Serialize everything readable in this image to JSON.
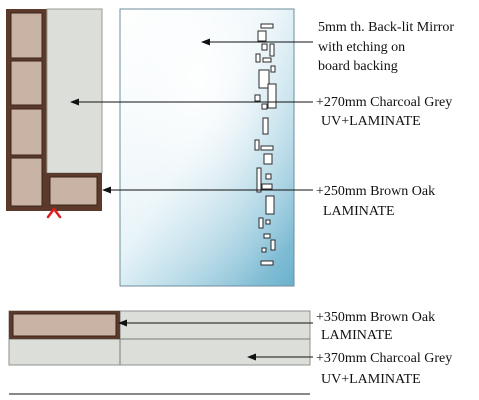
{
  "colors": {
    "background": "#ffffff",
    "cabinet_frame": "#5b3a2b",
    "brown_oak_panel": "#c8b3a4",
    "charcoal_grey_panel": "#dcdfd9",
    "mirror_edge": "#4d94b3",
    "mirror_glow": "#ffffff",
    "etching": "#ffffff",
    "leader_line": "#111111",
    "text": "#111111",
    "marker": "#e21b1b"
  },
  "callouts": {
    "mirror": {
      "line1": "5mm th. Back-lit Mirror",
      "line2": "with etching on",
      "line3": "board backing"
    },
    "charcoal_270": {
      "line1": "+270mm Charcoal Grey",
      "line2": "UV+LAMINATE"
    },
    "brown_250": {
      "line1": "+250mm Brown Oak",
      "line2": "LAMINATE"
    },
    "brown_350": {
      "line1": "+350mm Brown Oak",
      "line2": "LAMINATE"
    },
    "charcoal_370": {
      "line1": "+370mm Charcoal Grey",
      "line2": "UV+LAMINATE"
    }
  },
  "icons": {
    "marker": "red-caret-icon",
    "arrowhead": "arrow-head-icon"
  }
}
